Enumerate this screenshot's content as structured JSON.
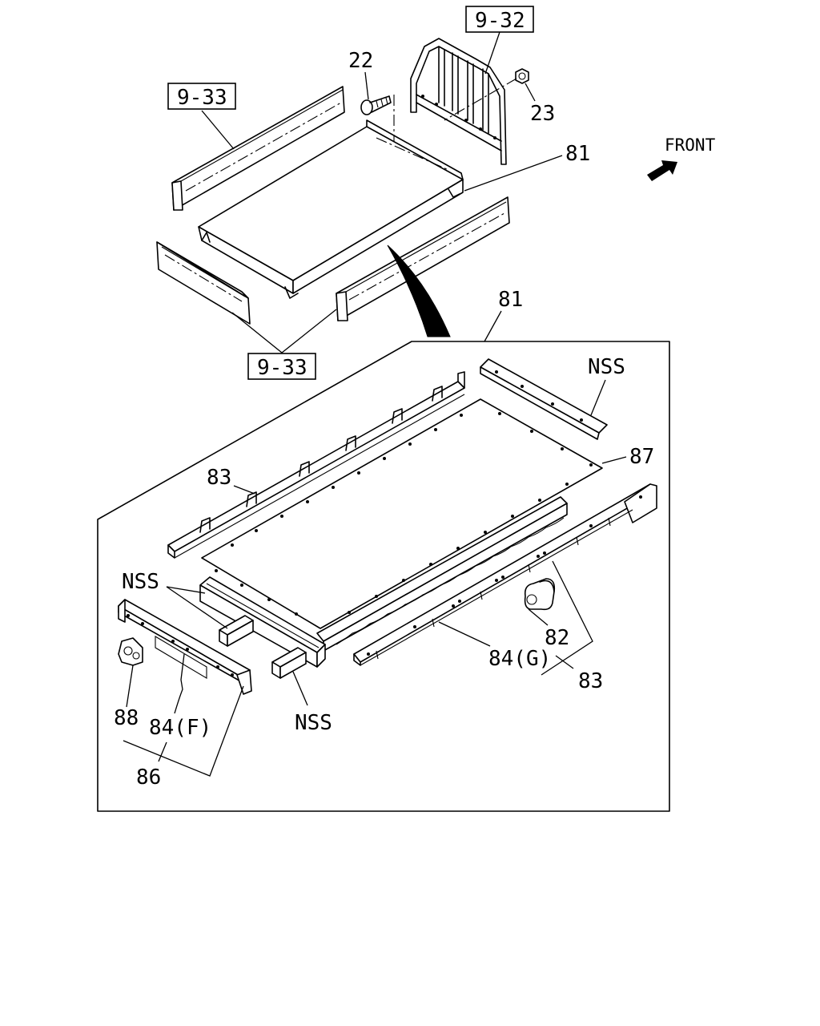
{
  "diagram": {
    "direction_label": "FRONT",
    "callouts": {
      "ref_9_32": "9-32",
      "ref_9_33_top": "9-33",
      "ref_9_33_bottom": "9-33",
      "part_22": "22",
      "part_23": "23",
      "part_81_top": "81",
      "part_81_detail": "81",
      "part_82": "82",
      "part_83_left": "83",
      "part_83_right": "83",
      "part_84_f": "84(F)",
      "part_84_g": "84(G)",
      "part_86": "86",
      "part_87": "87",
      "part_88": "88",
      "nss_top_right": "NSS",
      "nss_left": "NSS",
      "nss_bottom": "NSS"
    }
  }
}
